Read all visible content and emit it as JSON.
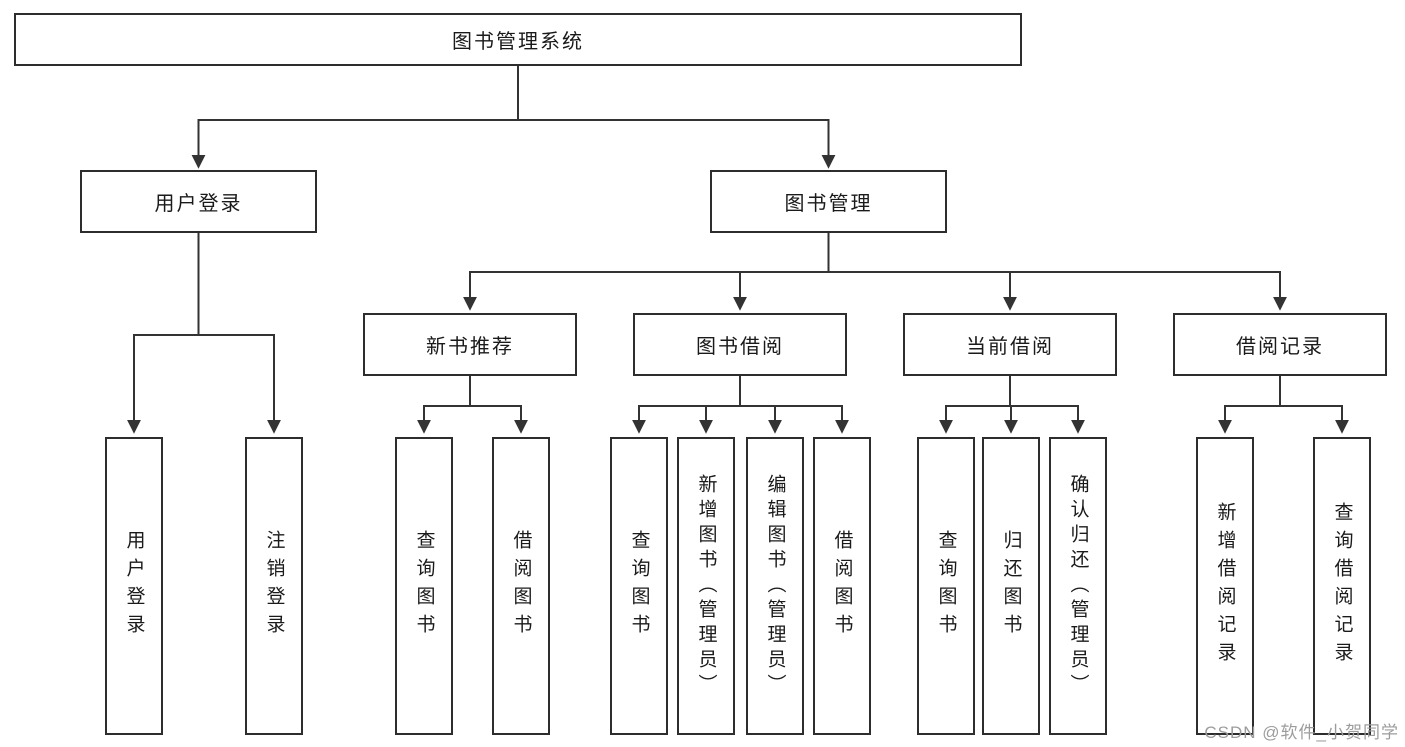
{
  "diagram": {
    "type": "hierarchy-tree",
    "title": "图书管理系统",
    "watermark": "CSDN @软件_小贺同学",
    "colors": {
      "line": "#333333",
      "box_border": "#2d2d2d",
      "box_fill": "#ffffff",
      "text": "#1a1a1a",
      "watermark": "#9c9c9c",
      "background": "#ffffff"
    }
  },
  "nodes": {
    "root": "图书管理系统",
    "level2": [
      "用户登录",
      "图书管理"
    ],
    "level3": [
      "新书推荐",
      "图书借阅",
      "当前借阅",
      "借阅记录"
    ],
    "leaves": [
      "用户登录",
      "注销登录",
      "查询图书",
      "借阅图书",
      "查询图书",
      "新增图书（管理员）",
      "编辑图书（管理员）",
      "借阅图书",
      "查询图书",
      "归还图书",
      "确认归还（管理员）",
      "新增借阅记录",
      "查询借阅记录"
    ]
  },
  "hierarchy": [
    {
      "parent": "图书管理系统",
      "children": [
        "用户登录",
        "图书管理"
      ]
    },
    {
      "parent": "用户登录",
      "children": [
        "用户登录",
        "注销登录"
      ]
    },
    {
      "parent": "图书管理",
      "children": [
        "新书推荐",
        "图书借阅",
        "当前借阅",
        "借阅记录"
      ]
    },
    {
      "parent": "新书推荐",
      "children": [
        "查询图书",
        "借阅图书"
      ]
    },
    {
      "parent": "图书借阅",
      "children": [
        "查询图书",
        "新增图书（管理员）",
        "编辑图书（管理员）",
        "借阅图书"
      ]
    },
    {
      "parent": "当前借阅",
      "children": [
        "查询图书",
        "归还图书",
        "确认归还（管理员）"
      ]
    },
    {
      "parent": "借阅记录",
      "children": [
        "新增借阅记录",
        "查询借阅记录"
      ]
    }
  ]
}
